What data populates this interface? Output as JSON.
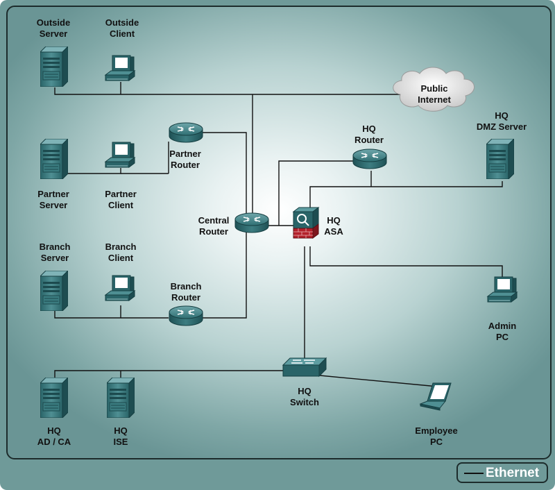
{
  "labels": {
    "outside_server": [
      "Outside",
      "Server"
    ],
    "outside_client": [
      "Outside",
      "Client"
    ],
    "public_internet": [
      "Public",
      "Internet"
    ],
    "partner_router": [
      "Partner",
      "Router"
    ],
    "partner_server": [
      "Partner",
      "Server"
    ],
    "partner_client": [
      "Partner",
      "Client"
    ],
    "hq_router": [
      "HQ",
      "Router"
    ],
    "hq_dmz_server": [
      "HQ",
      "DMZ Server"
    ],
    "central_router": [
      "Central",
      "Router"
    ],
    "hq_asa": [
      "HQ",
      "ASA"
    ],
    "branch_server": [
      "Branch",
      "Server"
    ],
    "branch_client": [
      "Branch",
      "Client"
    ],
    "branch_router": [
      "Branch",
      "Router"
    ],
    "admin_pc": [
      "Admin",
      "PC"
    ],
    "hq_switch": [
      "HQ",
      "Switch"
    ],
    "hq_ad_ca": [
      "HQ",
      "AD / CA"
    ],
    "hq_ise": [
      "HQ",
      "ISE"
    ],
    "employee_pc": [
      "Employee",
      "PC"
    ]
  },
  "legend": {
    "ethernet": "Ethernet"
  },
  "colors": {
    "background": "#6f9a99",
    "device_teal": "#2f6f73",
    "link": "#111111",
    "firewall_red": "#b3202a"
  }
}
